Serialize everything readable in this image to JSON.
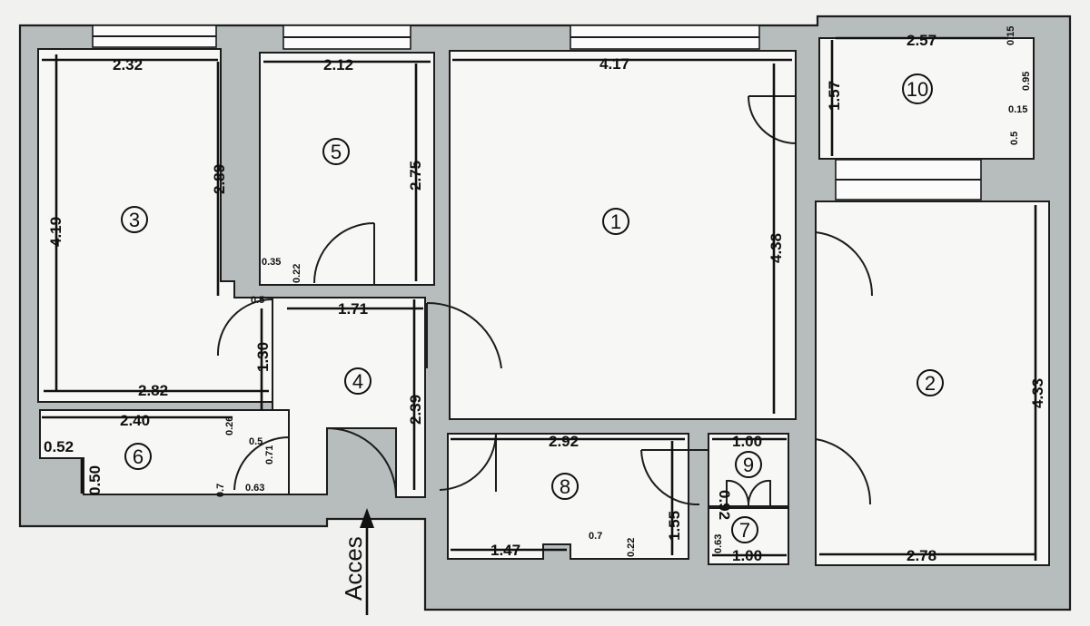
{
  "rooms": {
    "r1": "1",
    "r2": "2",
    "r3": "3",
    "r4": "4",
    "r5": "5",
    "r6": "6",
    "r7": "7",
    "r8": "8",
    "r9": "9",
    "r10": "10"
  },
  "dimensions": {
    "room3_width_top": "2.32",
    "room3_height": "4.19",
    "room3_inner_height": "2.89",
    "room3_width_bottom": "2.82",
    "room5_width": "2.12",
    "room5_height": "2.75",
    "room5_offset_a": "0.35",
    "room5_offset_b": "0.22",
    "room1_width": "4.17",
    "room1_height": "4.38",
    "room10_width": "2.57",
    "room10_height": "1.57",
    "room10_side_a": "0.95",
    "room10_side_b": "0.15",
    "room10_side_c": "0.5",
    "room10_side_d": "0.15",
    "hall_width": "1.71",
    "hall_side": "1.30",
    "hall_height": "2.39",
    "hall_small": "0.5",
    "room6_width": "2.40",
    "room6_offset": "0.52",
    "room6_height": "0.50",
    "room6_small_a": "0.26",
    "room6_door_a": "0.5",
    "room6_door_b": "0.71",
    "room6_door_c": "0.63",
    "room6_door_d": "0.7",
    "room8_width": "2.92",
    "room8_height": "1.55",
    "room8_bottom": "1.47",
    "room8_step_a": "0.7",
    "room8_step_b": "0.22",
    "room9_width": "1.00",
    "room9_height": "0.92",
    "room7_height": "0.63",
    "room7_width": "1.00",
    "room2_height": "4.33",
    "room2_width": "2.78"
  },
  "entrance_label": "Acces"
}
